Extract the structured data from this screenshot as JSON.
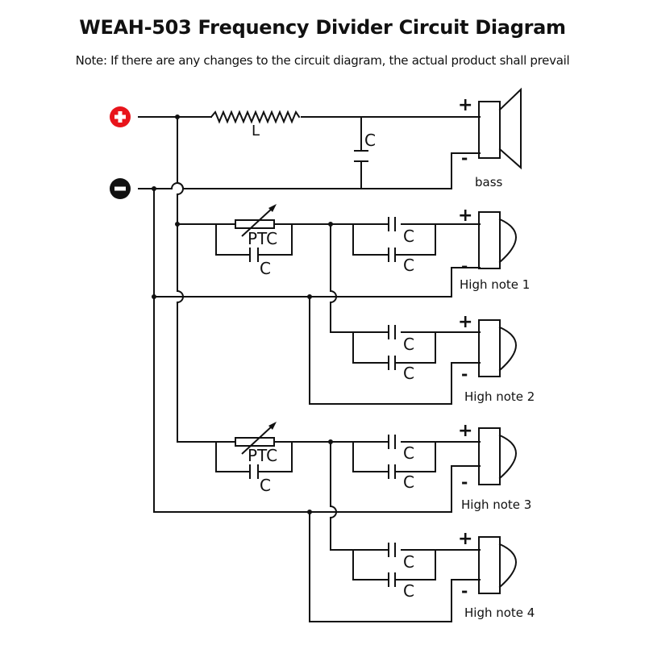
{
  "header": {
    "title": "WEAH-503 Frequency Divider Circuit Diagram",
    "note": "Note: If there are any changes to the circuit diagram, the actual product shall prevail"
  },
  "terminals": {
    "positive_icon": "plus-circle-red",
    "negative_icon": "minus-circle-black",
    "positive_color": "#e8141b",
    "negative_color": "#111111"
  },
  "components": {
    "inductor_label": "L",
    "bass_cap_label": "C",
    "ptc_label": "PTC",
    "cap_label": "C"
  },
  "speakers": [
    {
      "label": "bass",
      "plus": "+",
      "minus": "-"
    },
    {
      "label": "High note 1",
      "plus": "+",
      "minus": "-"
    },
    {
      "label": "High note 2",
      "plus": "+",
      "minus": "-"
    },
    {
      "label": "High note 3",
      "plus": "+",
      "minus": "-"
    },
    {
      "label": "High note 4",
      "plus": "+",
      "minus": "-"
    }
  ]
}
